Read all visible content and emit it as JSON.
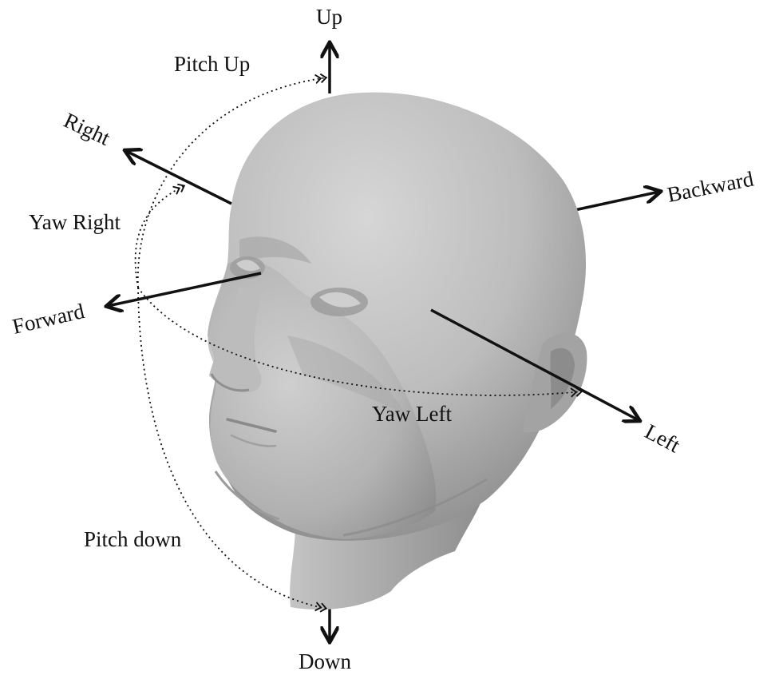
{
  "labels": {
    "up": "Up",
    "down": "Down",
    "right": "Right",
    "left": "Left",
    "forward": "Forward",
    "backward": "Backward",
    "pitch_up": "Pitch Up",
    "pitch_down": "Pitch down",
    "yaw_right": "Yaw Right",
    "yaw_left": "Yaw Left"
  },
  "colors": {
    "axis": "#111111",
    "head_light": "#d9d9d9",
    "head_mid": "#b6b6b6",
    "head_dark": "#8f8f8f"
  },
  "icons": {
    "head": "3d-head-model-icon",
    "arrow": "arrowhead-icon"
  }
}
